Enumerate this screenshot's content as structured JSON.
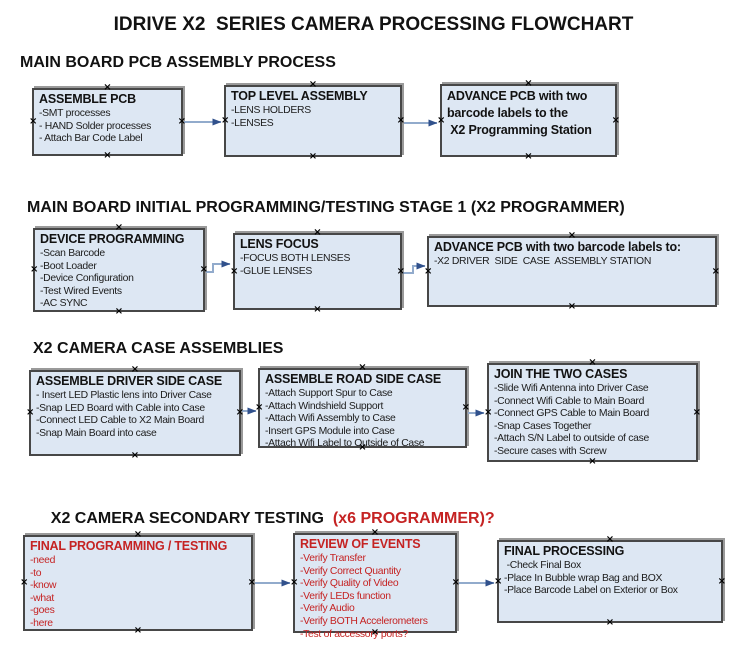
{
  "title": "IDRIVE X2  SERIES CAMERA PROCESSING FLOWCHART",
  "icons": {
    "connection_handle": "×"
  },
  "colors": {
    "box_fill": "#dde7f3",
    "red": "#c52323",
    "connector_line": "#92abcc",
    "connector_arrow": "#31518c",
    "text": "#121212"
  },
  "sections": [
    {
      "header": "MAIN BOARD PCB ASSEMBLY PROCESS",
      "boxes": [
        {
          "title": "ASSEMBLE PCB",
          "items": [
            "-SMT processes",
            "- HAND Solder processes",
            "- Attach Bar Code Label"
          ]
        },
        {
          "title": "TOP LEVEL ASSEMBLY",
          "items": [
            "-LENS HOLDERS",
            "-LENSES"
          ]
        },
        {
          "title": "ADVANCE PCB with two\nbarcode labels to the\n X2 Programming Station",
          "items": []
        }
      ]
    },
    {
      "header": "MAIN BOARD INITIAL PROGRAMMING/TESTING STAGE 1 (X2 PROGRAMMER)",
      "boxes": [
        {
          "title": "DEVICE PROGRAMMING",
          "items": [
            "-Scan Barcode",
            "-Boot Loader",
            "-Device Configuration",
            "-Test Wired Events",
            "-AC SYNC"
          ]
        },
        {
          "title": "LENS FOCUS",
          "items": [
            "-FOCUS BOTH LENSES",
            "-GLUE LENSES"
          ]
        },
        {
          "title": "ADVANCE PCB with two barcode labels to:",
          "items": [
            "-X2 DRIVER  SIDE  CASE  ASSEMBLY STATION"
          ]
        }
      ]
    },
    {
      "header": "X2 CAMERA CASE ASSEMBLIES",
      "boxes": [
        {
          "title": "ASSEMBLE DRIVER SIDE CASE",
          "items": [
            "- Insert LED Plastic lens into Driver Case",
            "-Snap LED Board with Cable into Case",
            "-Connect LED Cable to X2 Main Board",
            "-Snap Main Board into case"
          ]
        },
        {
          "title": "ASSEMBLE ROAD SIDE CASE",
          "items": [
            "-Attach Support Spur to Case",
            "-Attach Windshield Support",
            "-Attach Wifi Assembly to Case",
            "-Insert GPS Module into Case",
            "-Attach Wifi Label to Outside of Case"
          ]
        },
        {
          "title": "JOIN THE TWO CASES",
          "items": [
            "-Slide Wifi Antenna into Driver Case",
            "-Connect Wifi Cable to Main Board",
            "-Connect GPS Cable to Main Board",
            "-Snap Cases Together",
            "-Attach S/N Label to outside of case",
            "-Secure cases with Screw"
          ]
        }
      ]
    },
    {
      "header": "X2 CAMERA SECONDARY TESTING  ",
      "header_red": "(x6 PROGRAMMER)?",
      "boxes": [
        {
          "title": "FINAL PROGRAMMING / TESTING",
          "items": [
            "-need",
            "-to",
            "-know",
            "-what",
            "-goes",
            "-here"
          ]
        },
        {
          "title": "REVIEW OF EVENTS",
          "items": [
            "-Verify Transfer",
            "-Verify Correct Quantity",
            "-Verify Quality of Video",
            "-Verify LEDs function",
            "-Verify Audio",
            "-Verify BOTH Accelerometers",
            "-Test of accessory ports?"
          ]
        },
        {
          "title": "FINAL PROCESSING",
          "items": [
            " -Check Final Box",
            "-Place In Bubble wrap Bag and BOX",
            "-Place Barcode Label on Exterior or Box"
          ]
        }
      ]
    }
  ]
}
